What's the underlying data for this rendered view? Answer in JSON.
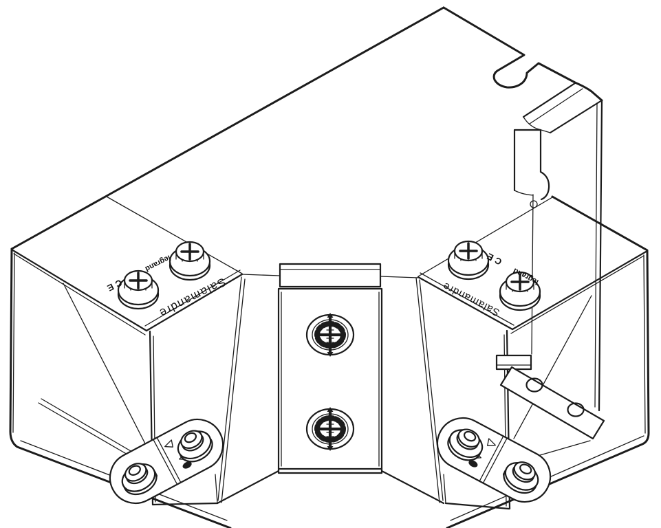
{
  "drawing": {
    "title": "cable-trunking-tee-isometric-drawing",
    "labels": {
      "brand": "Salamandre",
      "maker": "legrand",
      "ce": "CE"
    },
    "colors": {
      "line": "#1c1c1c",
      "background": "#ffffff"
    }
  }
}
